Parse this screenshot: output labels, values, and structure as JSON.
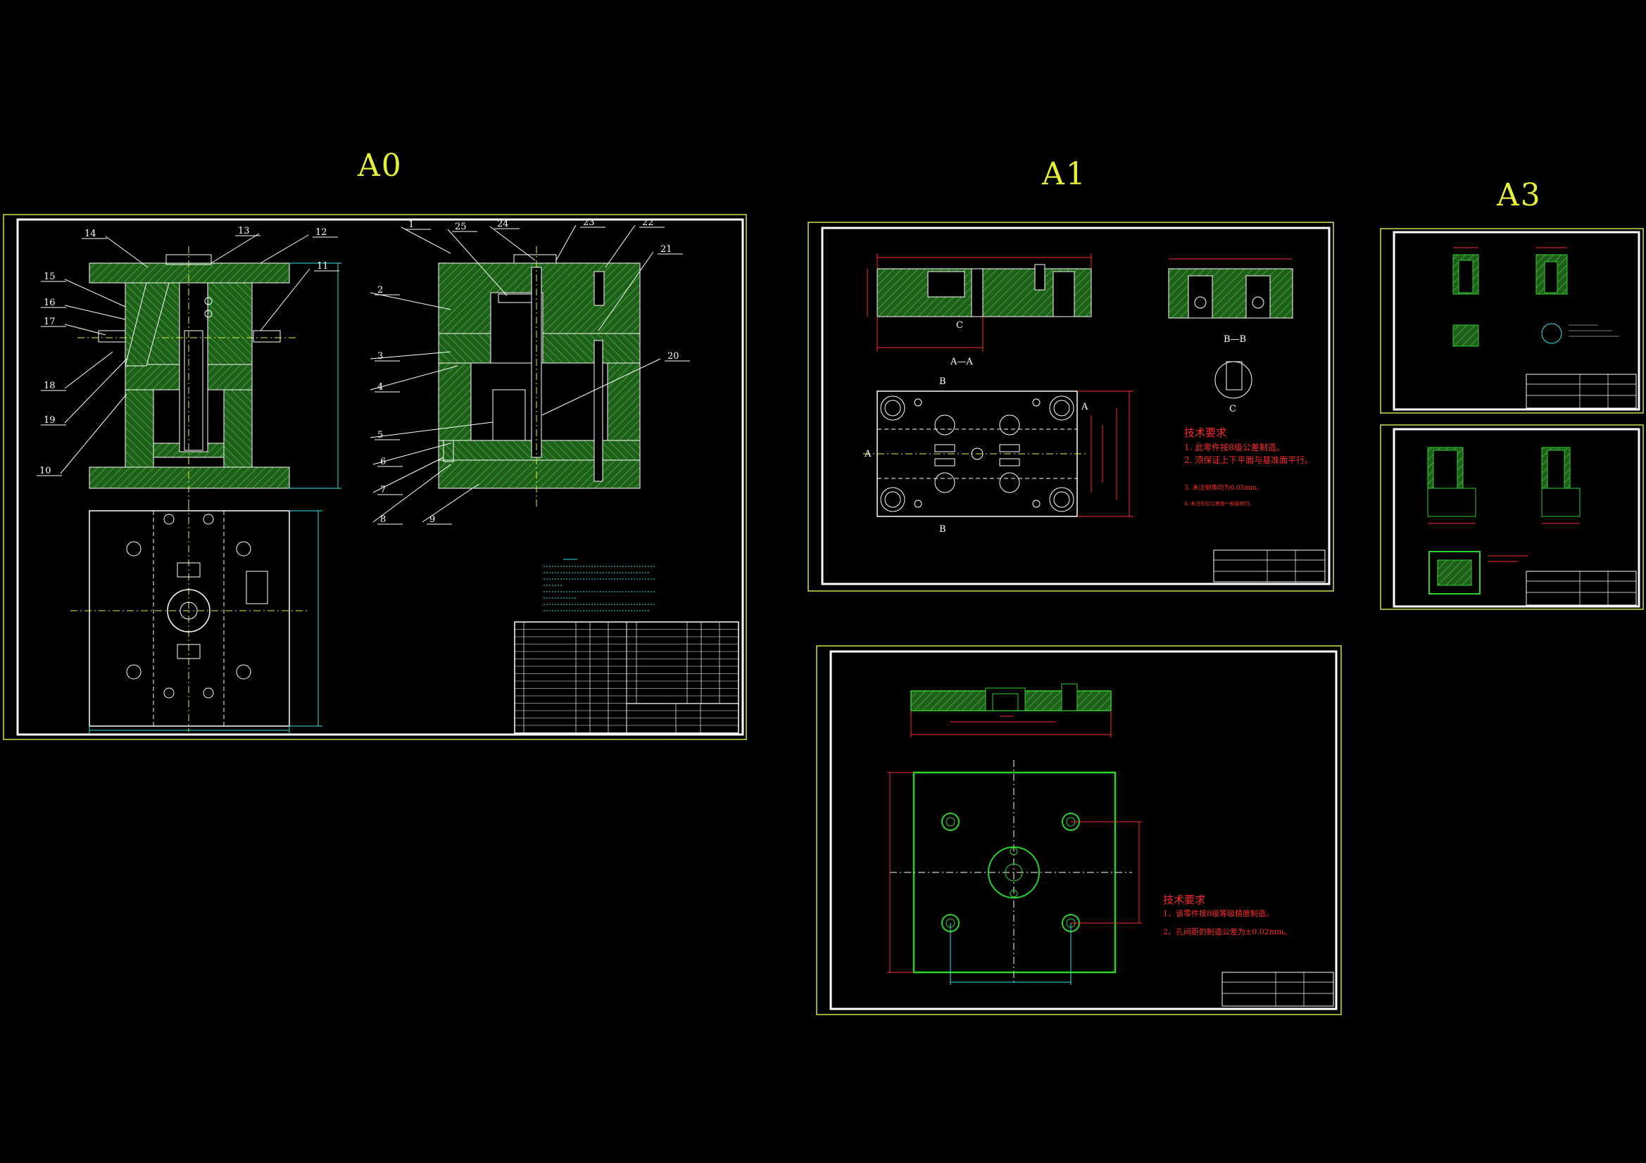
{
  "sheets": {
    "a0": {
      "label": "A0"
    },
    "a1": {
      "label": "A1"
    },
    "a3": {
      "label": "A3"
    }
  },
  "a0_callouts": [
    "1",
    "2",
    "3",
    "4",
    "5",
    "6",
    "7",
    "8",
    "9",
    "10",
    "11",
    "12",
    "13",
    "14",
    "15",
    "16",
    "17",
    "18",
    "19",
    "20",
    "21",
    "22",
    "23",
    "24",
    "25"
  ],
  "a1_top": {
    "section_aa": "A—A",
    "section_bb": "B—B",
    "view_c": "C",
    "mark_b": "B",
    "mark_a": "A",
    "tech_title": "技术要求",
    "tech_lines": [
      "1. 此零件按8级公差制造。",
      "2. 须保证上下平面与基准面平行。",
      "3. 未注倒角均为0.05mm。",
      "4. 未注形位公差按一般级执行。"
    ]
  },
  "a1_bottom": {
    "tech_title": "技术要求",
    "tech_lines": [
      "1、该零件按8级等级精度制造。",
      "2、孔间距的制造公差为±0.02mm。"
    ]
  },
  "colors": {
    "frame": "#ffffff",
    "green": "#2dd12d",
    "yellow": "#e6f03a",
    "red": "#ff2a2a",
    "cyan": "#32e6e6"
  }
}
